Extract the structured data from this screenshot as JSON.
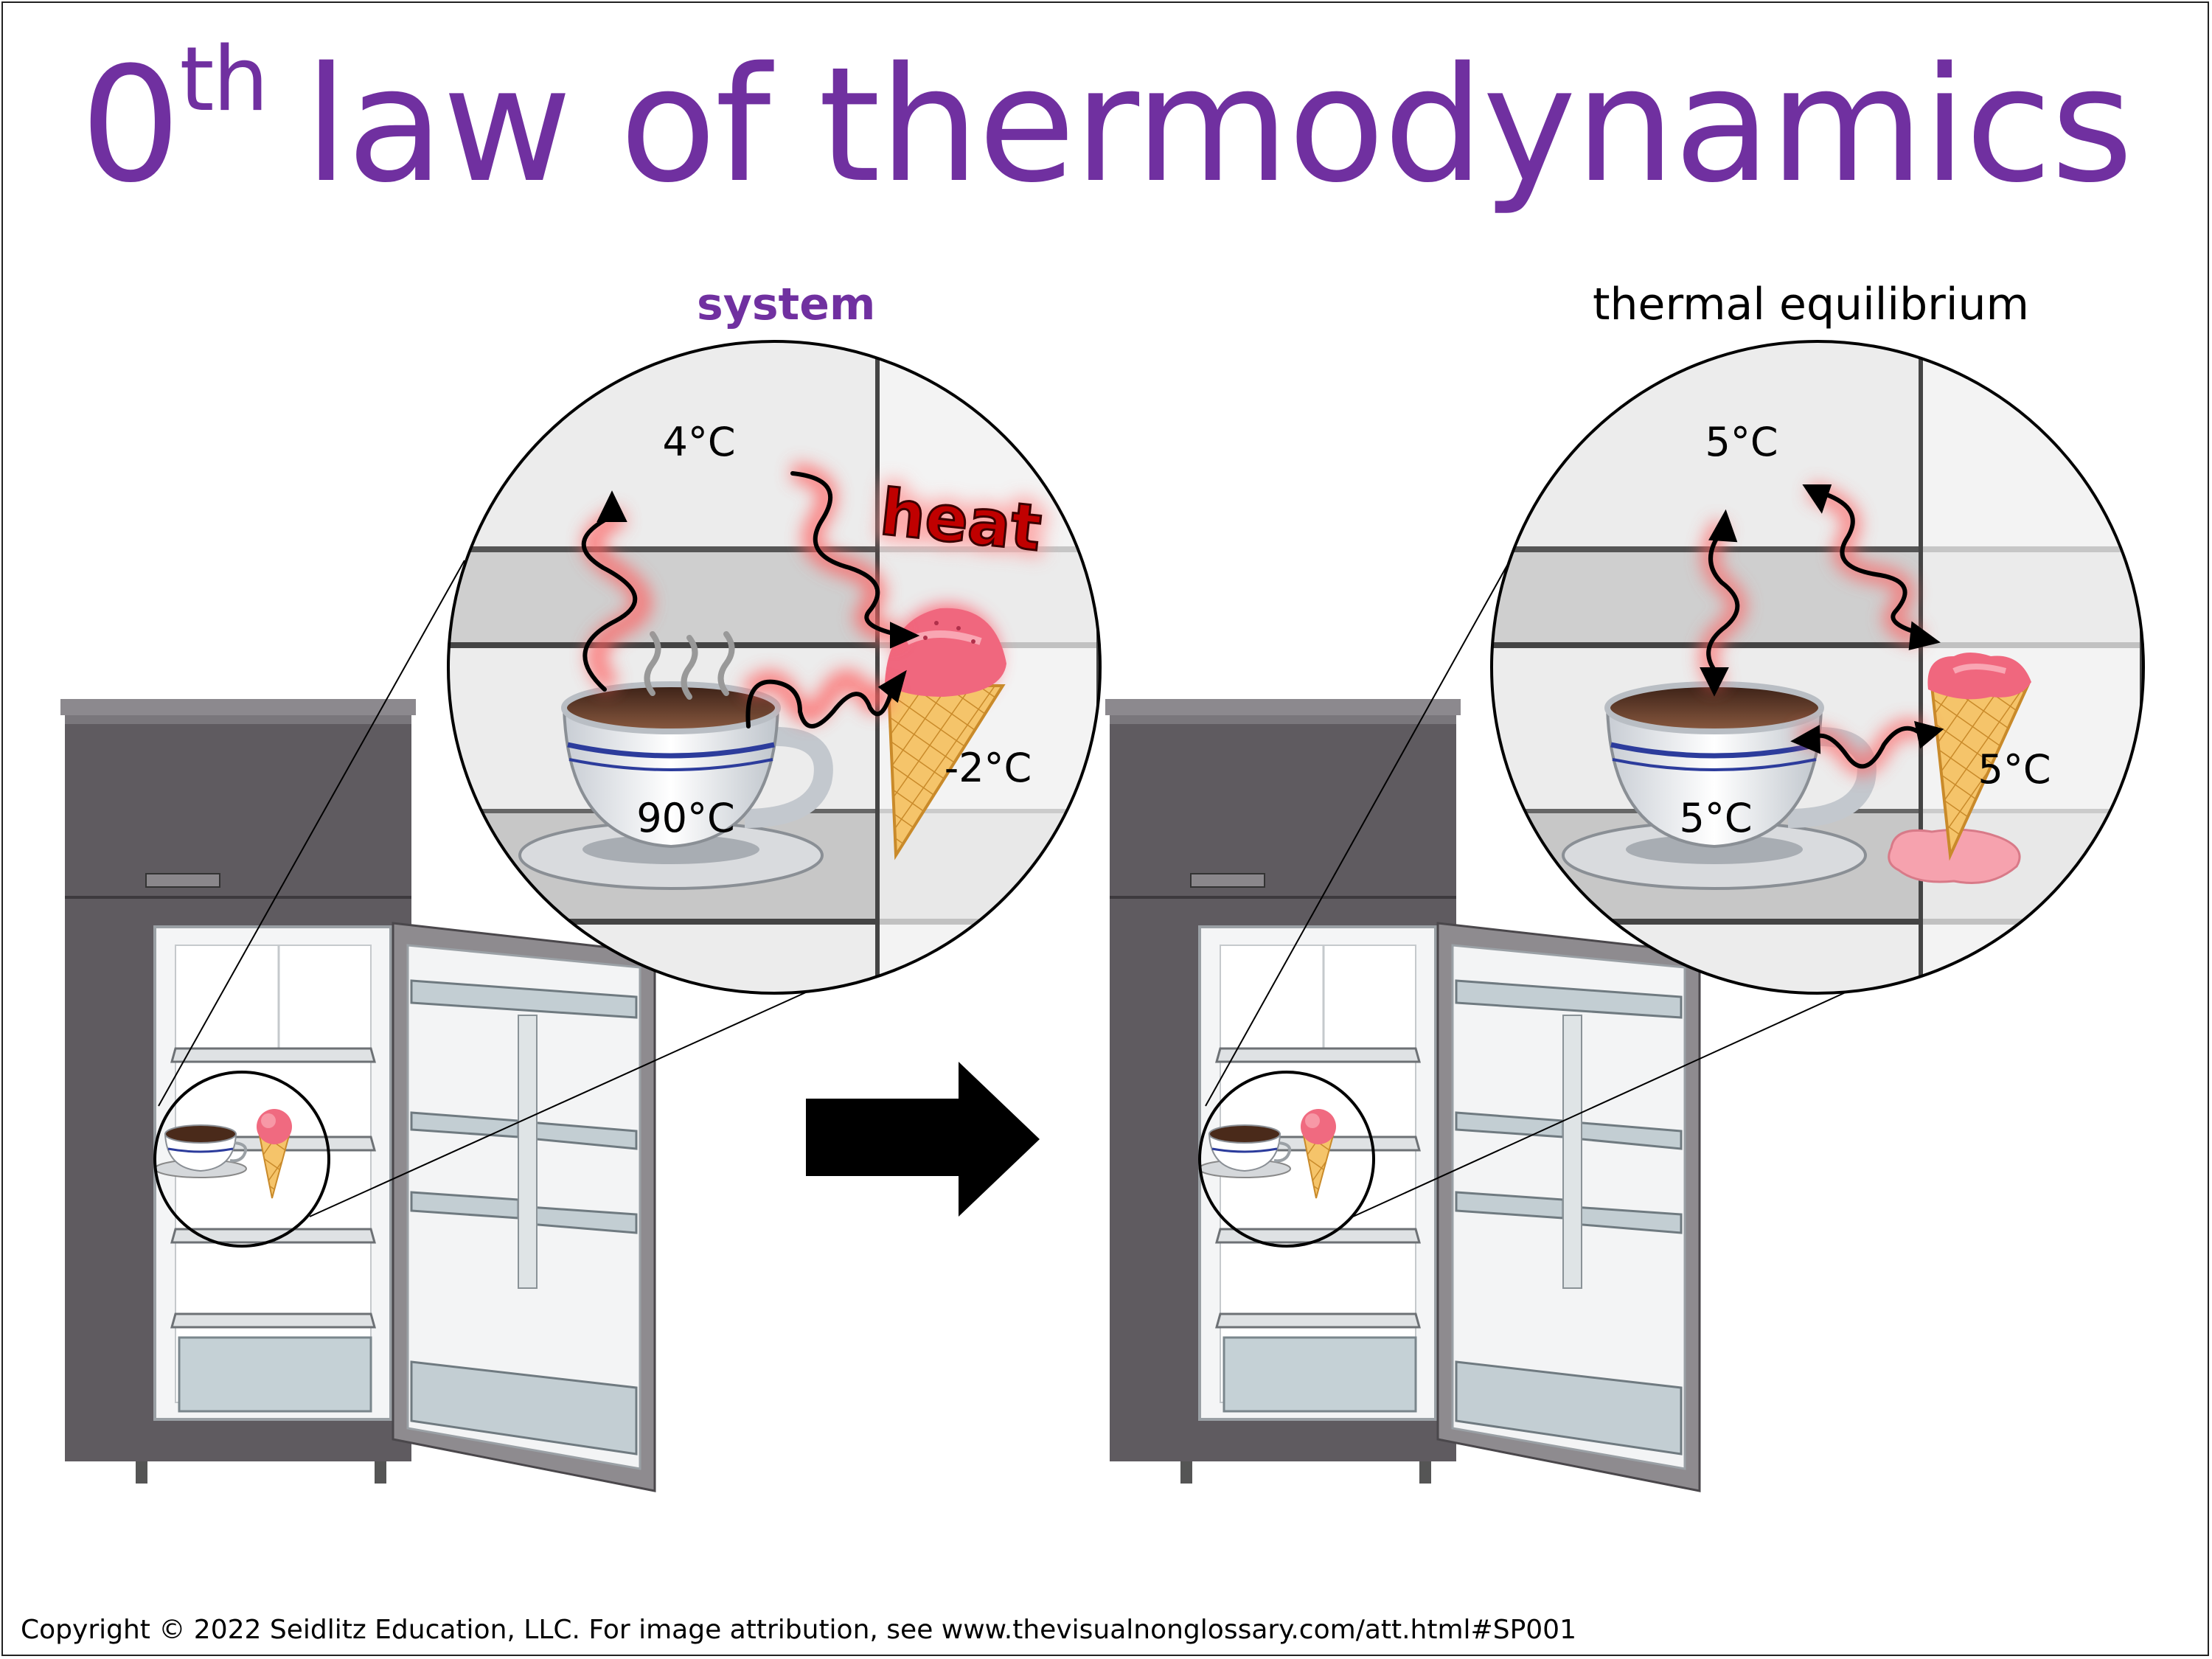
{
  "title": {
    "prefix": "0",
    "superscript": "th",
    "main": "law of thermodynamics"
  },
  "panels": {
    "before": {
      "label": "system",
      "air_temp": "4°C",
      "coffee_temp": "90°C",
      "icecream_temp": "-2°C",
      "heat_word": "heat"
    },
    "after": {
      "label": "thermal equilibrium",
      "air_temp": "5°C",
      "coffee_temp": "5°C",
      "icecream_temp": "5°C"
    }
  },
  "colors": {
    "title": "#7030a0",
    "system_label": "#7030a0",
    "heat_text": "#c00000",
    "glow": "#e05050",
    "fridge_body": "#5f5b60",
    "arrow": "#000000"
  },
  "copyright": "Copyright © 2022 Seidlitz Education, LLC.  For image attribution, see www.thevisualnonglossary.com/att.html#SP001"
}
